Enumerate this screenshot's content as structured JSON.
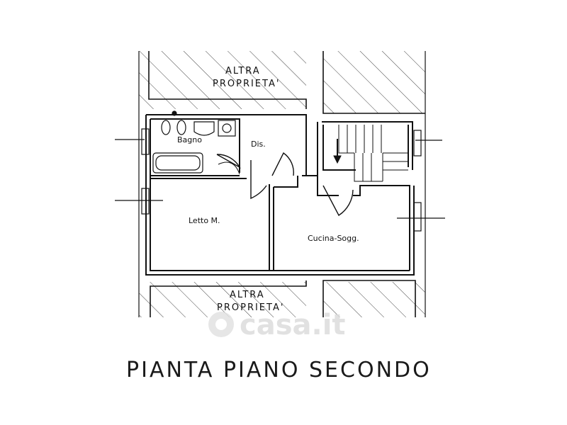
{
  "plan": {
    "title": "PIANTA PIANO SECONDO",
    "neighbor_top": [
      "ALTRA",
      "PROPRIETA'"
    ],
    "neighbor_bottom": [
      "ALTRA",
      "PROPRIETA'"
    ],
    "rooms": {
      "bathroom": "Bagno",
      "hallway": "Dis.",
      "master_bedroom": "Letto M.",
      "kitchen_living": "Cucina-Sogg."
    }
  },
  "watermark": {
    "text": "casa.it"
  }
}
